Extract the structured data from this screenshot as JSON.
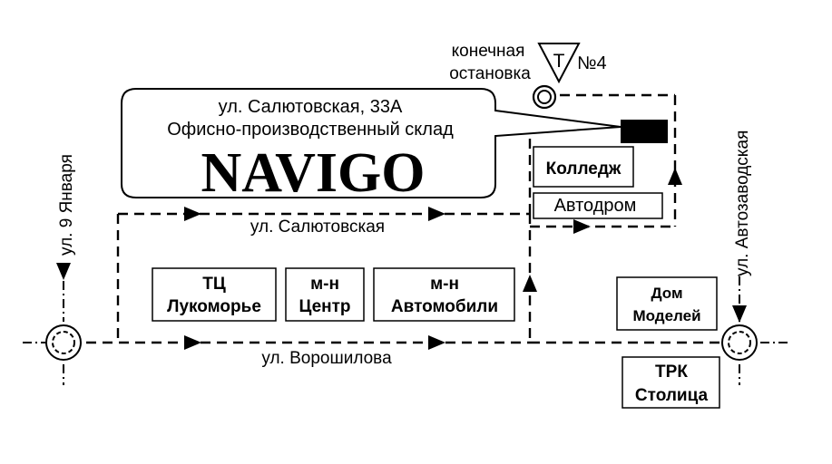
{
  "callout": {
    "address": "ул. Салютовская, 33А",
    "warehouse": "Офисно-производственный склад",
    "brand": "NAVIGO"
  },
  "stop": {
    "label_line1": "конечная",
    "label_line2": "остановка",
    "tram_letter": "Т",
    "route": "№4"
  },
  "streets": {
    "salyutovskaya": "ул. Салютовская",
    "voroshilova": "ул. Ворошилова",
    "yanvarya": "ул. 9 Января",
    "avtozavodskaya": "ул. Автозаводская"
  },
  "landmarks": {
    "lukomorye": {
      "line1": "ТЦ",
      "line2": "Лукоморье"
    },
    "tsentr": {
      "line1": "м-н",
      "line2": "Центр"
    },
    "avtomobili": {
      "line1": "м-н",
      "line2": "Автомобили"
    },
    "college": "Колледж",
    "avtodrom": "Автодром",
    "dom_modeley": {
      "line1": "Дом",
      "line2": "Моделей"
    },
    "trk": {
      "line1": "ТРК",
      "line2": "Столица"
    }
  },
  "colors": {
    "ink": "#000000",
    "paper": "#ffffff"
  }
}
